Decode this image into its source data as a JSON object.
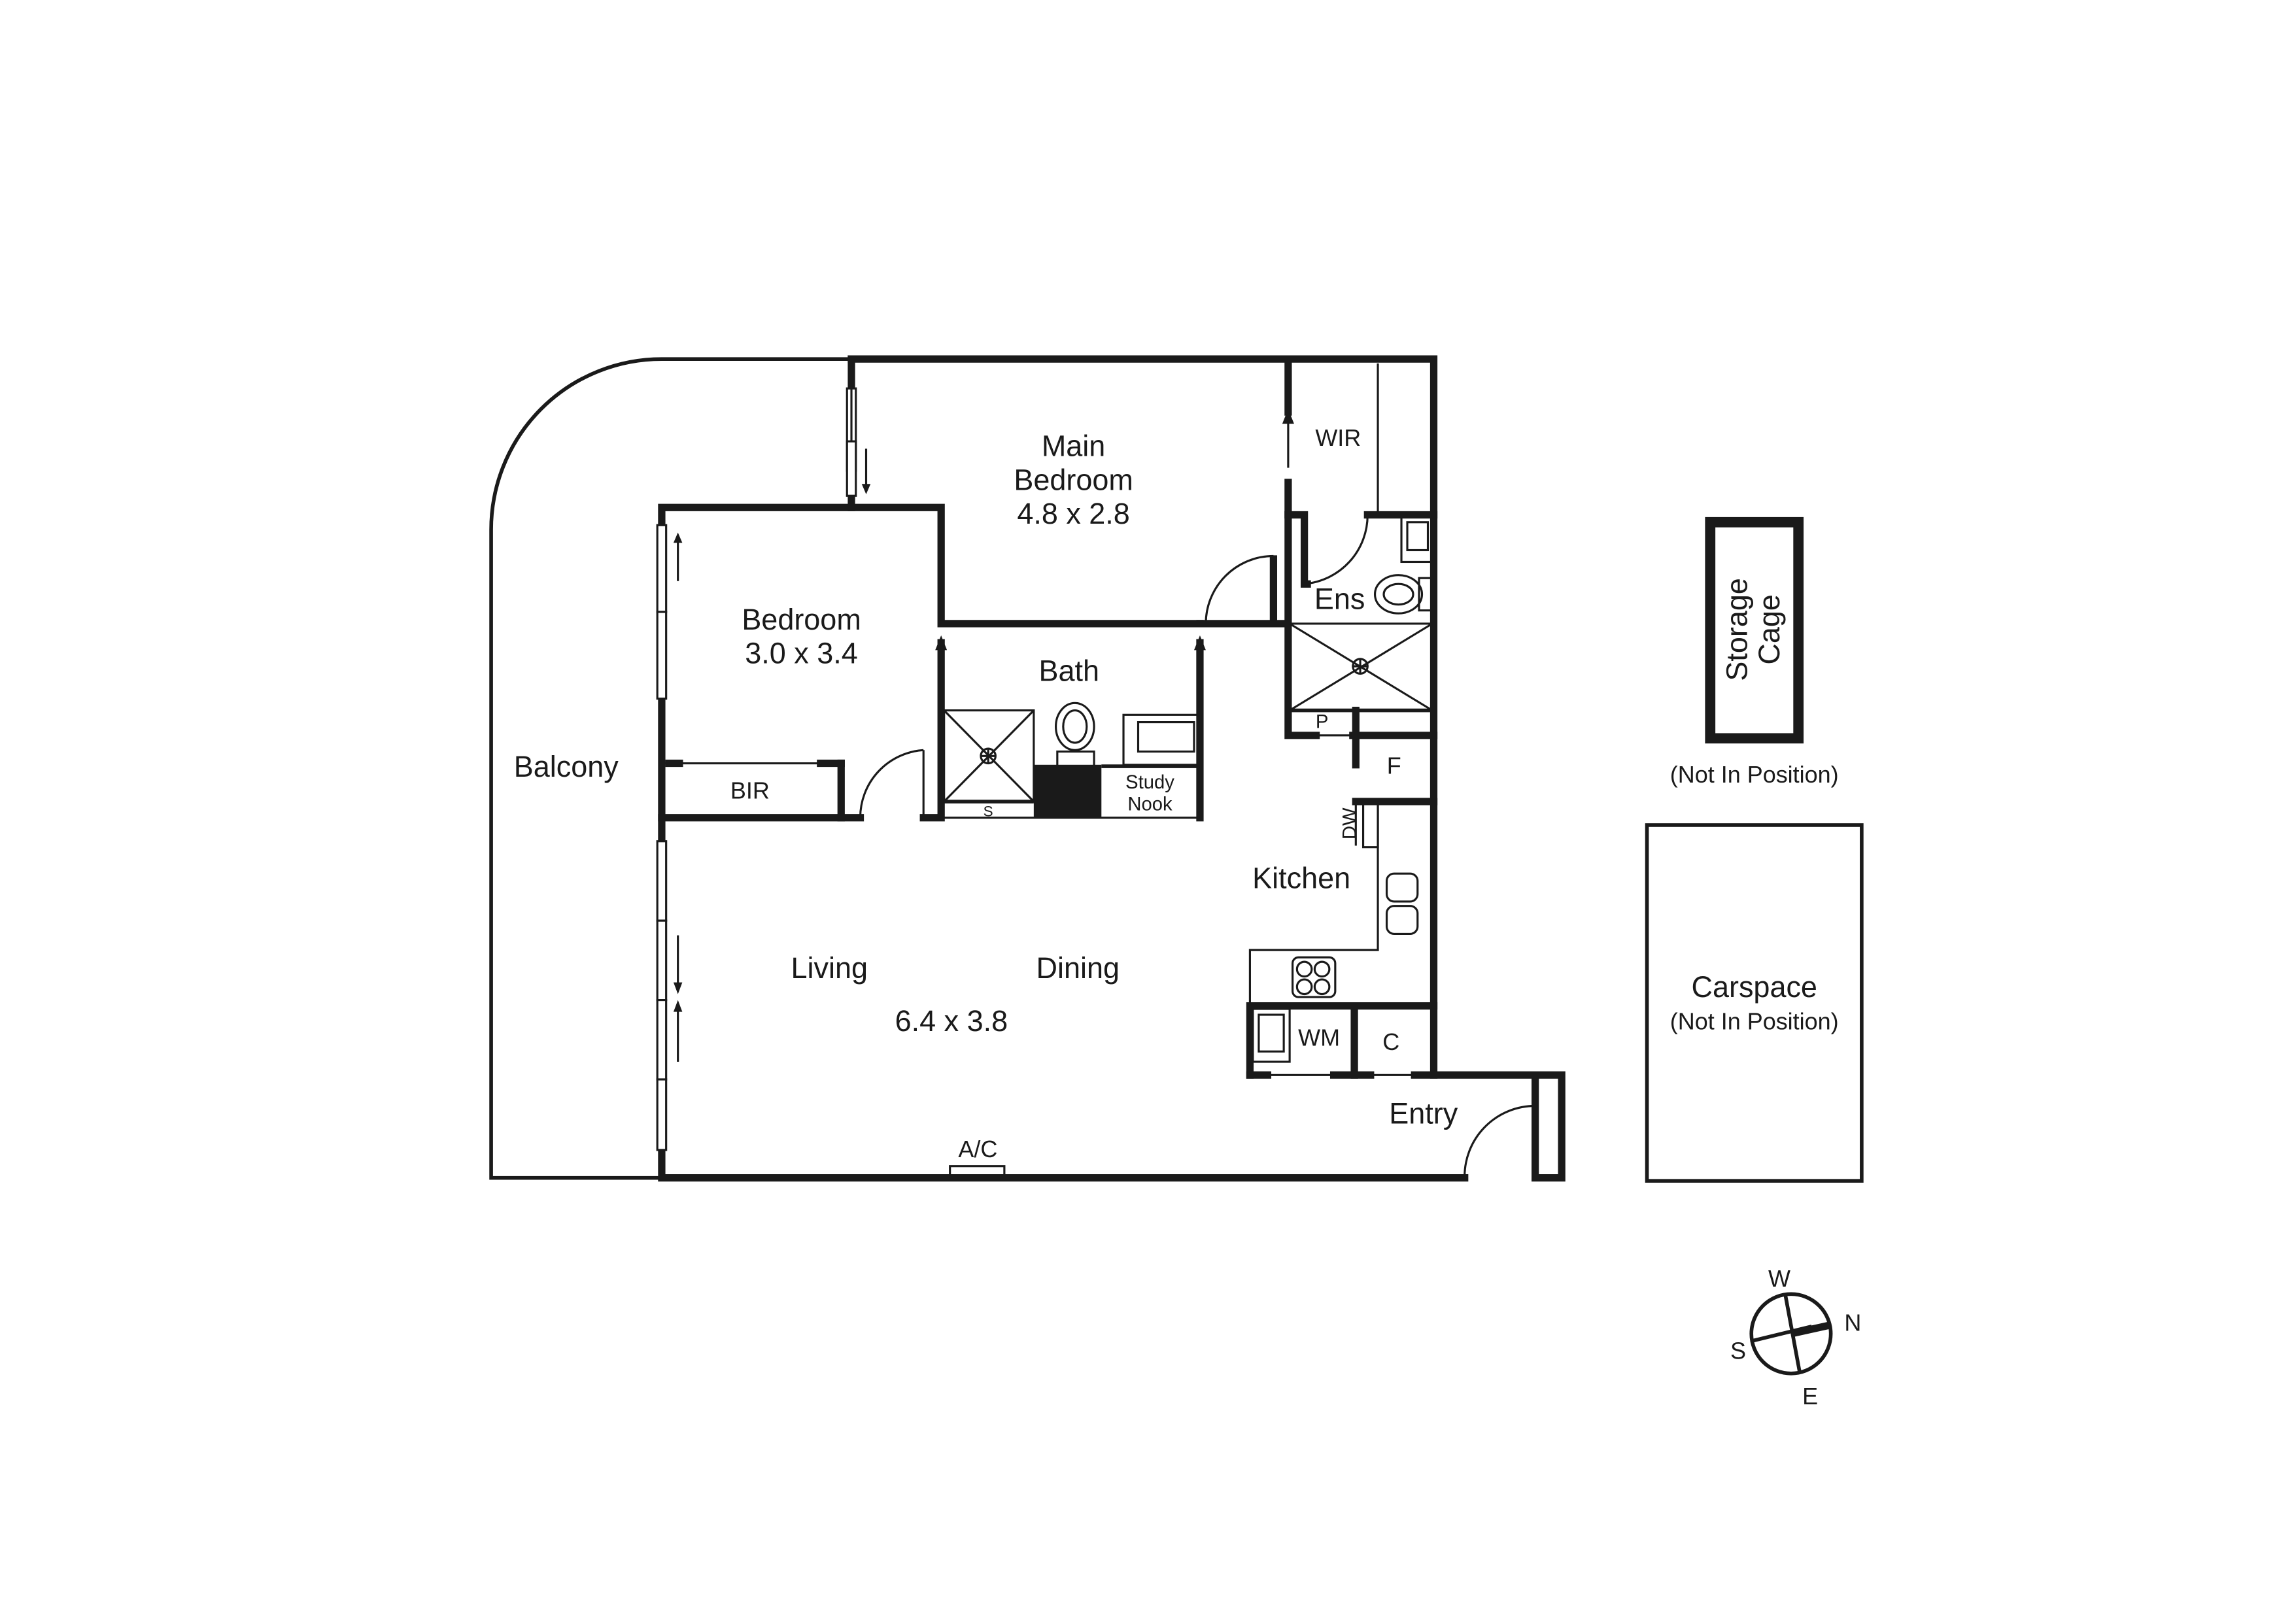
{
  "plan": {
    "rooms": {
      "main_bedroom": {
        "name_line1": "Main",
        "name_line2": "Bedroom",
        "size": "4.8 x 2.8"
      },
      "bedroom": {
        "name": "Bedroom",
        "size": "3.0 x 3.4"
      },
      "bath": {
        "name": "Bath"
      },
      "wir": {
        "name": "WIR"
      },
      "ens": {
        "name": "Ens"
      },
      "balcony": {
        "name": "Balcony"
      },
      "bir": {
        "name": "BIR"
      },
      "study_nook": {
        "name_line1": "Study",
        "name_line2": "Nook"
      },
      "kitchen": {
        "name": "Kitchen"
      },
      "living_dining": {
        "living": "Living",
        "dining": "Dining",
        "size": "6.4 x 3.8"
      },
      "entry": {
        "name": "Entry"
      }
    },
    "fixtures": {
      "pantry": "P",
      "fridge": "F",
      "dishwasher": "DW",
      "washing_machine": "WM",
      "cupboard": "C",
      "shower_seat": "S",
      "air_con": "A/C"
    },
    "extras": {
      "storage_cage": {
        "line1": "Storage",
        "line2": "Cage",
        "note": "(Not In Position)"
      },
      "carspace": {
        "name": "Carspace",
        "note": "(Not In Position)"
      }
    },
    "compass": {
      "north": "N",
      "south": "S",
      "east": "E",
      "west": "W"
    },
    "colors": {
      "ink": "#1a1a1a",
      "paper": "#ffffff"
    }
  }
}
